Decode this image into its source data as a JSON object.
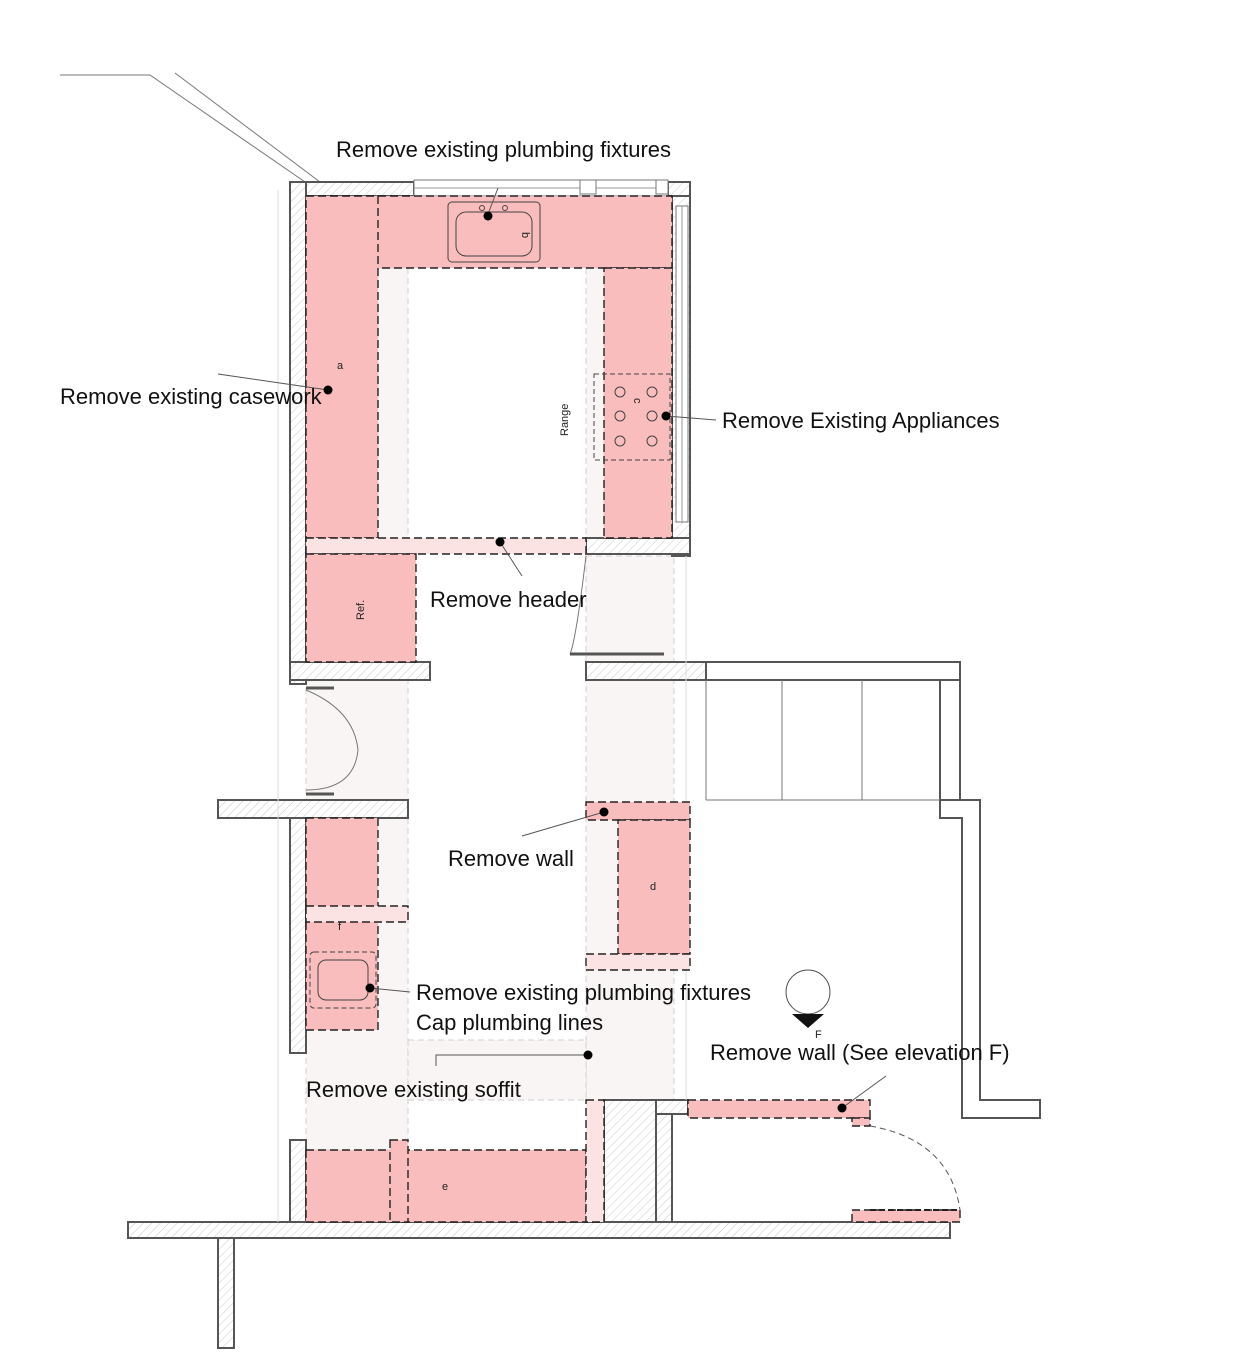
{
  "colors": {
    "demolition_fill": "#f9bdbd",
    "demolition_light": "#fbe3e3",
    "wall_stroke": "#555555",
    "text": "#111111"
  },
  "labels": {
    "casework_a": "a",
    "casework_b": "b",
    "casework_c": "c",
    "casework_d": "d",
    "casework_e": "e",
    "casework_f": "f",
    "range": "Range",
    "refrigerator": "Ref.",
    "elevation_marker": "F"
  },
  "annotations": {
    "plumbing_top": "Remove existing plumbing fixtures",
    "casework": "Remove existing casework",
    "appliances": "Remove Existing Appliances",
    "header": "Remove header",
    "wall": "Remove wall",
    "plumbing_bottom": "Remove existing plumbing fixtures",
    "cap_plumbing": "Cap plumbing lines",
    "wall_elevation": "Remove wall (See elevation F)",
    "soffit": "Remove existing soffit"
  }
}
